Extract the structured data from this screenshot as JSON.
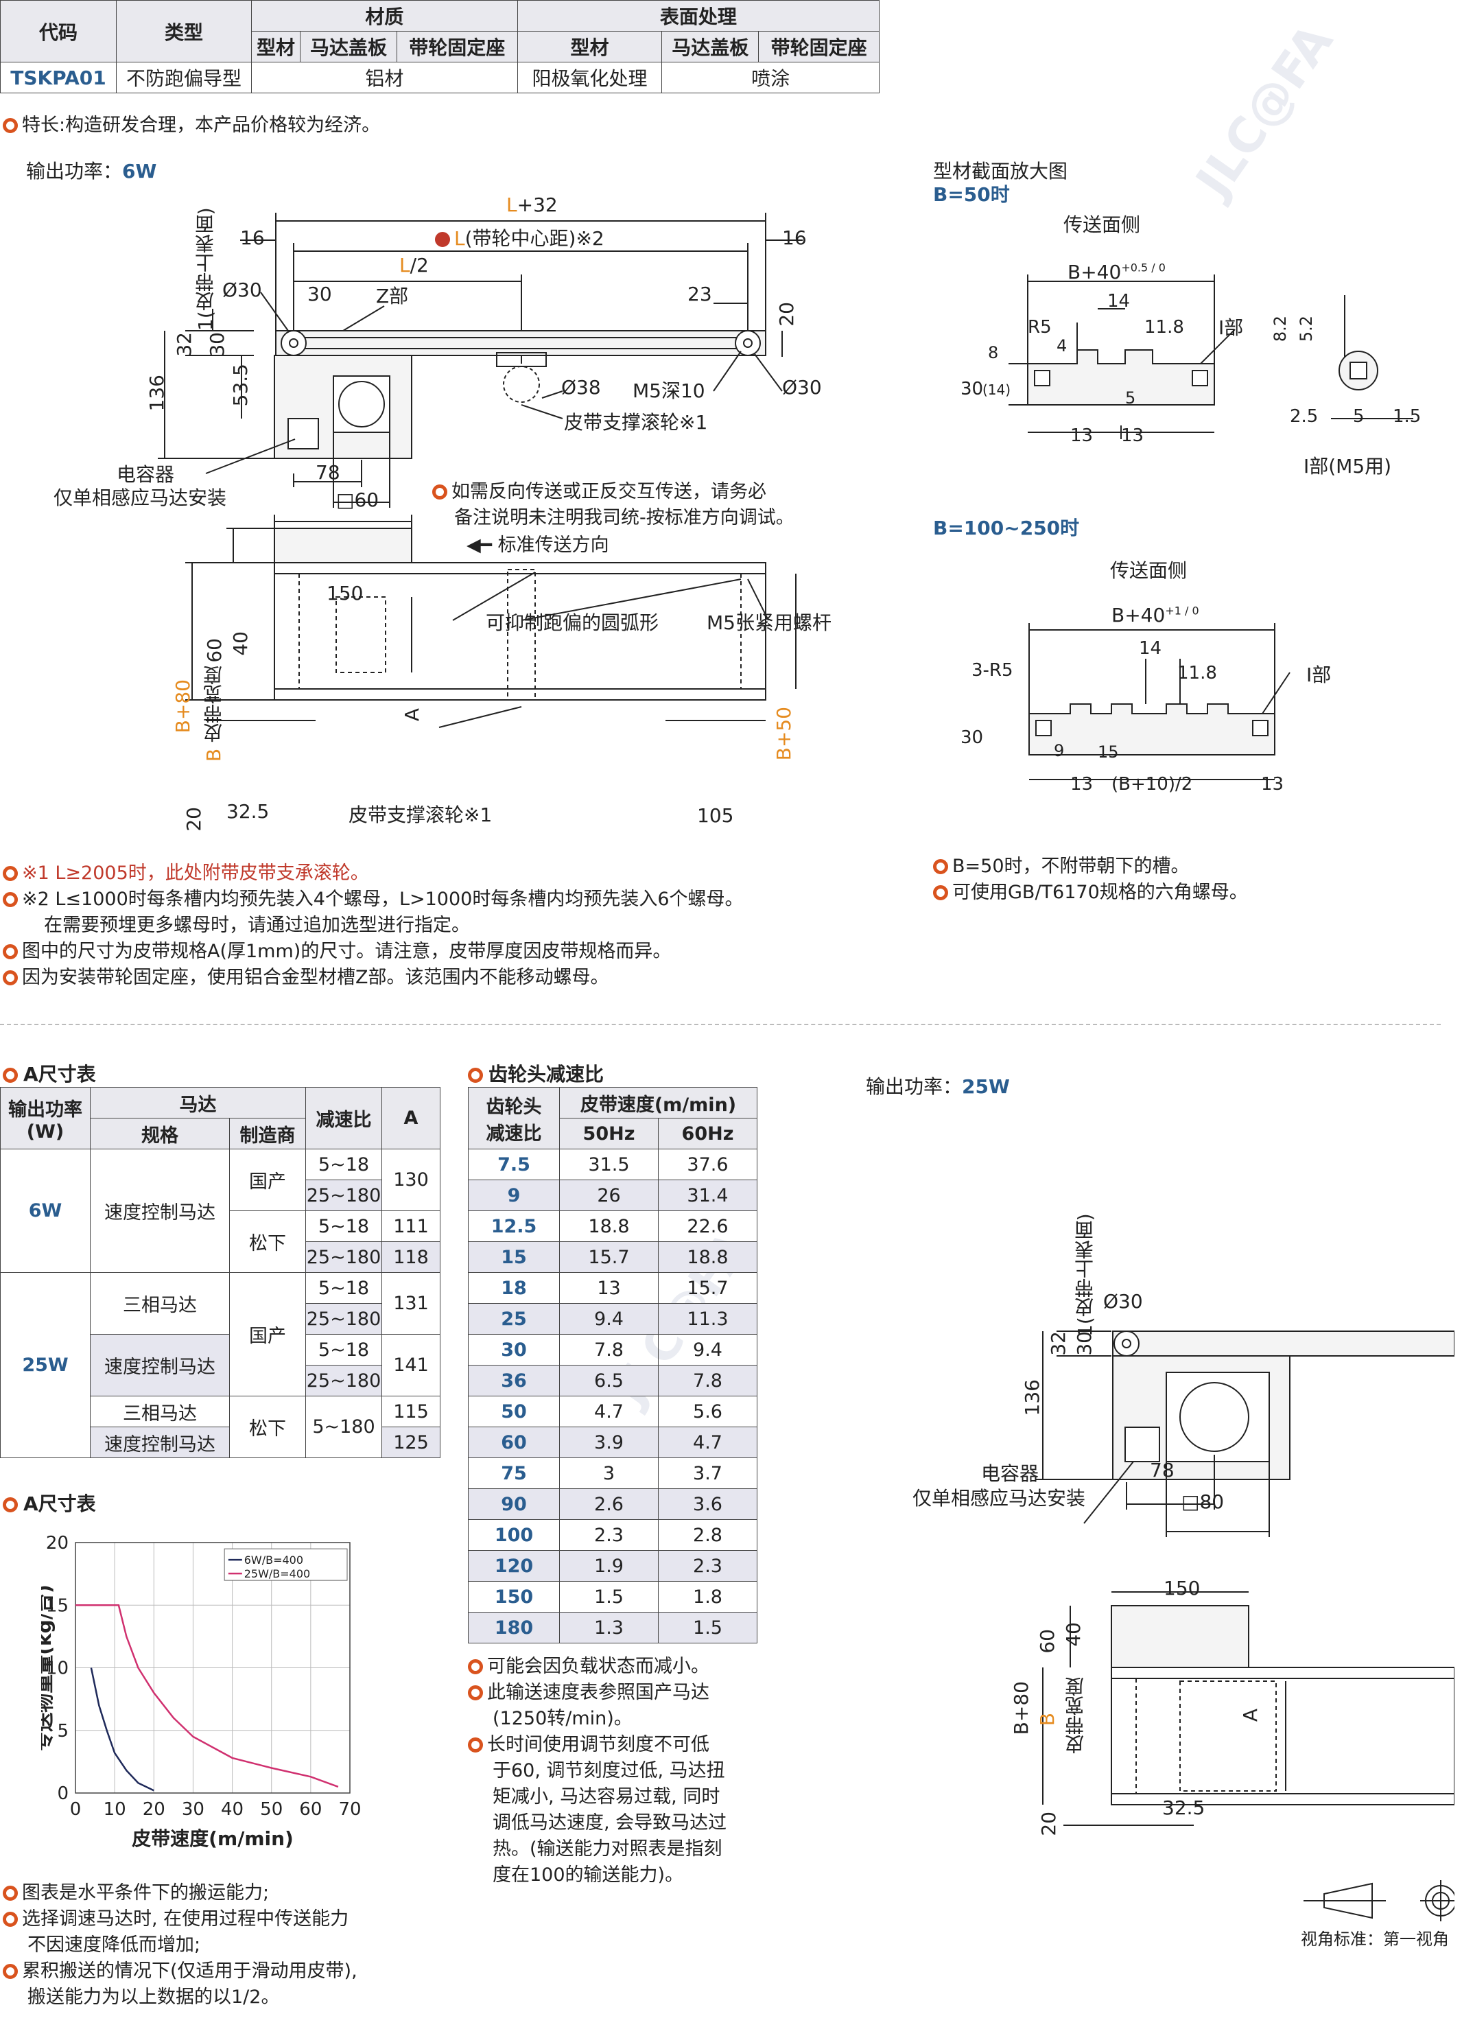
{
  "spec_table": {
    "headers": {
      "code": "代码",
      "type": "类型",
      "material": "材质",
      "surface": "表面处理"
    },
    "subheaders": [
      "型材",
      "马达盖板",
      "带轮固定座",
      "型材",
      "马达盖板",
      "带轮固定座"
    ],
    "row": {
      "code": "TSKPA01",
      "type": "不防跑偏导型",
      "material": "铝材",
      "surface1": "阳极氧化处理",
      "surface2": "喷涂"
    }
  },
  "feature_note": "特长:构造研发合理，本产品价格较为经济。",
  "top_left": {
    "power_label": "输出功率：",
    "power_value": "6W",
    "dims": {
      "l32": "+32",
      "l_center": "(带轮中心距)※2",
      "l_half": "/2",
      "l": "L",
      "n16a": "16",
      "n16b": "16",
      "phi30": "Ø30",
      "n30": "30",
      "zpart": "Z部",
      "belt_top": "1(皮带上表面)",
      "n32": "32",
      "n30b": "30",
      "n53": "53.5",
      "n136": "136",
      "n23": "23",
      "n20": "20",
      "phi38": "Ø38",
      "m5": "M5深10",
      "phi30b": "Ø30",
      "roller": "皮带支撑滚轮※1",
      "n78": "78",
      "sq60": "□60",
      "cap1": "电容器",
      "cap2": "仅单相感应马达安装"
    },
    "note_lines": [
      "如需反向传送或正反交互传送，请务必",
      "备注说明未注明我司统-按标准方向调试。"
    ],
    "arrow_note": "标准传送方向",
    "plan": {
      "n150": "150",
      "arc": "可抑制跑偏的圆弧形",
      "m5rod": "M5张紧用螺杆",
      "n60": "60",
      "n40": "40",
      "b80": "B+80",
      "bwidth": "皮带宽度",
      "a": "A",
      "b50": "B+50",
      "n20": "20",
      "n325": "32.5",
      "roller": "皮带支撑滚轮※1",
      "n105": "105"
    }
  },
  "section_right": {
    "title": "型材截面放大图",
    "b50": "B=50时",
    "conv_side": "传送面侧",
    "b40": "B+40",
    "tol": "+0.5 / 0",
    "n14": "14",
    "r5": "R5",
    "n118": "11.8",
    "ipart": "I部",
    "n4": "4",
    "n8": "8",
    "n30": "30",
    "n14p": "(14)",
    "n5": "5",
    "n13": "13",
    "n82": "8.2",
    "n52": "5.2",
    "n25": "2.5",
    "n5b": "5",
    "n15": "1.5",
    "ipart_m5": "I部(M5用)",
    "b100": "B=100~250时",
    "conv_side2": "传送面侧",
    "b40b": "B+40",
    "tol2": "+1 / 0",
    "r5x3": "3-R5",
    "n9": "9",
    "n15b": "15",
    "b10": "(B+10)/2",
    "notes": [
      "B=50时，不附带朝下的槽。",
      "可使用GB/T6170规格的六角螺母。"
    ]
  },
  "notes_left": [
    "※1 L≥2005时，此处附带皮带支承滚轮。",
    "※2 L≤1000时每条槽内均预先装入4个螺母，L>1000时每条槽内均预先装入6个螺母。",
    "在需要预埋更多螺母时，请通过追加选型进行指定。",
    "图中的尺寸为皮带规格A(厚1mm)的尺寸。请注意，皮带厚度因皮带规格而异。",
    "因为安装带轮固定座，使用铝合金型材槽Z部。该范围内不能移动螺母。"
  ],
  "a_table": {
    "title": "A尺寸表",
    "headers": {
      "power": "输出功率",
      "power_unit": "(W)",
      "motor": "马达",
      "spec": "规格",
      "maker": "制造商",
      "ratio": "减速比",
      "a": "A"
    },
    "rows": [
      {
        "power": "6W",
        "spec": "速度控制马达",
        "maker": "国产",
        "ratio": "5~18",
        "a": "130"
      },
      {
        "ratio": "25~180"
      },
      {
        "maker": "松下",
        "ratio": "5~18",
        "a": "111"
      },
      {
        "ratio": "25~180",
        "a": "118"
      },
      {
        "power": "25W",
        "spec": "三相马达",
        "maker": "国产",
        "ratio": "5~18",
        "a": "131"
      },
      {
        "ratio": "25~180"
      },
      {
        "spec": "速度控制马达",
        "ratio": "5~18",
        "a": "141"
      },
      {
        "ratio": "25~180"
      },
      {
        "spec": "三相马达",
        "maker": "松下",
        "ratio": "5~180",
        "a": "115"
      },
      {
        "spec": "速度控制马达",
        "a": "125"
      }
    ]
  },
  "gear_table": {
    "title": "齿轮头减速比",
    "headers": {
      "ratio1": "齿轮头",
      "ratio2": "减速比",
      "speed": "皮带速度(m/min)",
      "hz50": "50Hz",
      "hz60": "60Hz"
    },
    "rows": [
      [
        "7.5",
        "31.5",
        "37.6"
      ],
      [
        "9",
        "26",
        "31.4"
      ],
      [
        "12.5",
        "18.8",
        "22.6"
      ],
      [
        "15",
        "15.7",
        "18.8"
      ],
      [
        "18",
        "13",
        "15.7"
      ],
      [
        "25",
        "9.4",
        "11.3"
      ],
      [
        "30",
        "7.8",
        "9.4"
      ],
      [
        "36",
        "6.5",
        "7.8"
      ],
      [
        "50",
        "4.7",
        "5.6"
      ],
      [
        "60",
        "3.9",
        "4.7"
      ],
      [
        "75",
        "3",
        "3.7"
      ],
      [
        "90",
        "2.6",
        "3.6"
      ],
      [
        "100",
        "2.3",
        "2.8"
      ],
      [
        "120",
        "1.9",
        "2.3"
      ],
      [
        "150",
        "1.5",
        "1.8"
      ],
      [
        "180",
        "1.3",
        "1.5"
      ]
    ],
    "notes": [
      "可能会因负载状态而减小。",
      "此输送速度表参照国产马达",
      "(1250转/min)。",
      "长时间使用调节刻度不可低",
      "于60, 调节刻度过低, 马达扭",
      "矩减小, 马达容易过载, 同时",
      "调低马达速度, 会导致马达过",
      "热。(输送能力对照表是指刻",
      "度在100的输送能力)。"
    ]
  },
  "chart_title": "A尺寸表",
  "chart_data": {
    "type": "line",
    "xlabel": "皮带速度(m/min)",
    "ylabel": "专送物重量(kg/台)",
    "xlim": [
      0,
      70
    ],
    "ylim": [
      0,
      20
    ],
    "x_ticks": [
      "0",
      "10",
      "20",
      "30",
      "40",
      "50",
      "60",
      "70"
    ],
    "y_ticks": [
      "0",
      "5",
      "10",
      "15",
      "20"
    ],
    "legend": "top-right",
    "series": [
      {
        "name": "6W/B=400",
        "color": "#1f2a5a",
        "points": [
          [
            4,
            10
          ],
          [
            6,
            7
          ],
          [
            8,
            5
          ],
          [
            10,
            3.2
          ],
          [
            13,
            1.8
          ],
          [
            16,
            0.8
          ],
          [
            20,
            0.2
          ]
        ]
      },
      {
        "name": "25W/B=400",
        "color": "#d0306f",
        "points": [
          [
            0,
            15
          ],
          [
            11,
            15
          ],
          [
            13,
            12.5
          ],
          [
            16,
            10
          ],
          [
            20,
            8
          ],
          [
            25,
            6
          ],
          [
            30,
            4.5
          ],
          [
            40,
            2.8
          ],
          [
            50,
            2
          ],
          [
            60,
            1.3
          ],
          [
            67,
            0.5
          ]
        ]
      }
    ]
  },
  "chart_notes": [
    "图表是水平条件下的搬运能力;",
    "选择调速马达时, 在使用过程中传送能力",
    "不因速度降低而增加;",
    "累积搬送的情况下(仅适用于滑动用皮带),",
    "搬送能力为以上数据的以1/2。"
  ],
  "bottom_right": {
    "power_label": "输出功率：",
    "power_value": "25W",
    "belt_top": "1(皮带上表面)",
    "phi30": "Ø30",
    "n32": "32",
    "n30": "30",
    "n136": "136",
    "cap1": "电容器",
    "cap2": "仅单相感应马达安装",
    "n78": "78",
    "sq80": "□80",
    "n150": "150",
    "n60": "60",
    "n40": "40",
    "b80": "B+80",
    "b": "B",
    "bwidth": "皮带宽度",
    "a": "A",
    "n20": "20",
    "n325": "32.5",
    "view": "视角标准：第一视角"
  },
  "colors": {
    "accent_blue": "#2a5d8f",
    "accent_orange": "#e58b1f",
    "bullet": "#d9531e",
    "row_alt": "#e6e6ef"
  }
}
